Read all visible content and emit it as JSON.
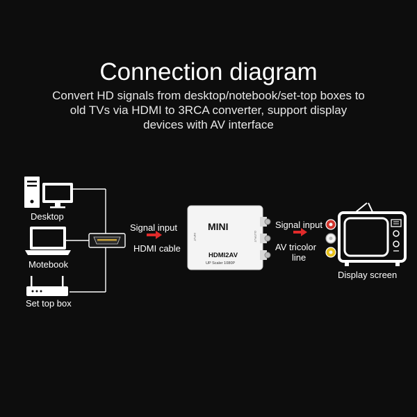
{
  "title": "Connection diagram",
  "subtitle_lines": [
    "Convert HD signals from desktop/notebook/set-top boxes to",
    "old TVs via HDMI to 3RCA converter, support display",
    "devices with AV interface"
  ],
  "sources": {
    "desktop": "Desktop",
    "notebook": "Motebook",
    "settop": "Set top box"
  },
  "hdmi_side": {
    "signal_input": "Signal input",
    "cable": "HDMI cable"
  },
  "converter": {
    "logo": "MINI",
    "model": "HDMI2AV",
    "spec": "UP Scaler 1080P",
    "input_side": "INPUT",
    "output_side": "OUTPUT"
  },
  "av_side": {
    "signal_input": "Signal input",
    "line_1": "AV tricolor",
    "line_2": "line"
  },
  "display": {
    "label": "Display screen"
  },
  "colors": {
    "background": "#0d0d0d",
    "arrow": "#e02a2a",
    "device": "#ffffff",
    "rca_red": "#d0342c",
    "rca_white": "#f2f2f2",
    "rca_yellow": "#e8c21a"
  },
  "icons": [
    "desktop-icon",
    "notebook-icon",
    "router-icon",
    "hdmi-plug-icon",
    "converter-box",
    "rca-plug-icon",
    "tv-icon",
    "arrow-right-icon"
  ]
}
